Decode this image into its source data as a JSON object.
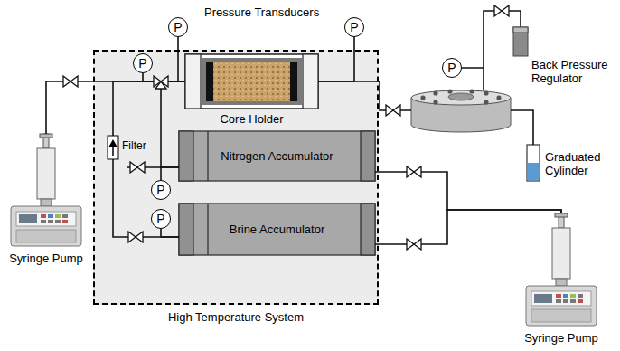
{
  "diagram": {
    "nodes": [
      {
        "text": [
          "High Temperature System"
        ]
      },
      {
        "text": [
          "P"
        ]
      },
      {
        "text": [
          "P"
        ]
      },
      {
        "text": [
          "P"
        ],
        "in": 0
      },
      {
        "text": [
          "Core Holder"
        ],
        "in": 0
      },
      {
        "text": [
          "Filter"
        ],
        "in": 0
      },
      {
        "text": [
          "P"
        ],
        "in": 0
      },
      {
        "text": [
          "Nitrogen Accumulator"
        ],
        "in": 0
      },
      {
        "text": [
          "P"
        ],
        "in": 0
      },
      {
        "text": [
          "Brine Accumulator"
        ],
        "in": 0
      },
      {
        "text": [
          "Syringe Pump"
        ]
      },
      {
        "text": [
          "P"
        ]
      },
      {
        "text": [
          "Back Pressure Regulator"
        ]
      },
      {
        "text": [
          "Graduated Cylinder"
        ]
      },
      {
        "text": [
          "Syringe Pump"
        ]
      }
    ],
    "edges": [
      {
        "from": 10,
        "to": 4,
        "arrow": "none"
      },
      {
        "from": 9,
        "to": 5,
        "arrow": "none"
      },
      {
        "from": 5,
        "to": 4,
        "arrow": "none"
      },
      {
        "from": 7,
        "to": 4,
        "arrow": "none"
      },
      {
        "from": 1,
        "to": 4,
        "arrow": "none"
      },
      {
        "from": 3,
        "to": 4,
        "arrow": "none"
      },
      {
        "from": 2,
        "to": 4,
        "arrow": "none"
      },
      {
        "from": 6,
        "to": 7,
        "arrow": "none"
      },
      {
        "from": 8,
        "to": 9,
        "arrow": "none"
      },
      {
        "from": 4,
        "to": 12,
        "arrow": "none"
      },
      {
        "from": 11,
        "to": 12,
        "arrow": "none"
      },
      {
        "from": 12,
        "to": 13,
        "arrow": "none"
      },
      {
        "from": 14,
        "to": 7,
        "arrow": "none"
      },
      {
        "from": 14,
        "to": 9,
        "arrow": "none"
      }
    ],
    "labels": [
      "Pressure Transducers"
    ]
  }
}
